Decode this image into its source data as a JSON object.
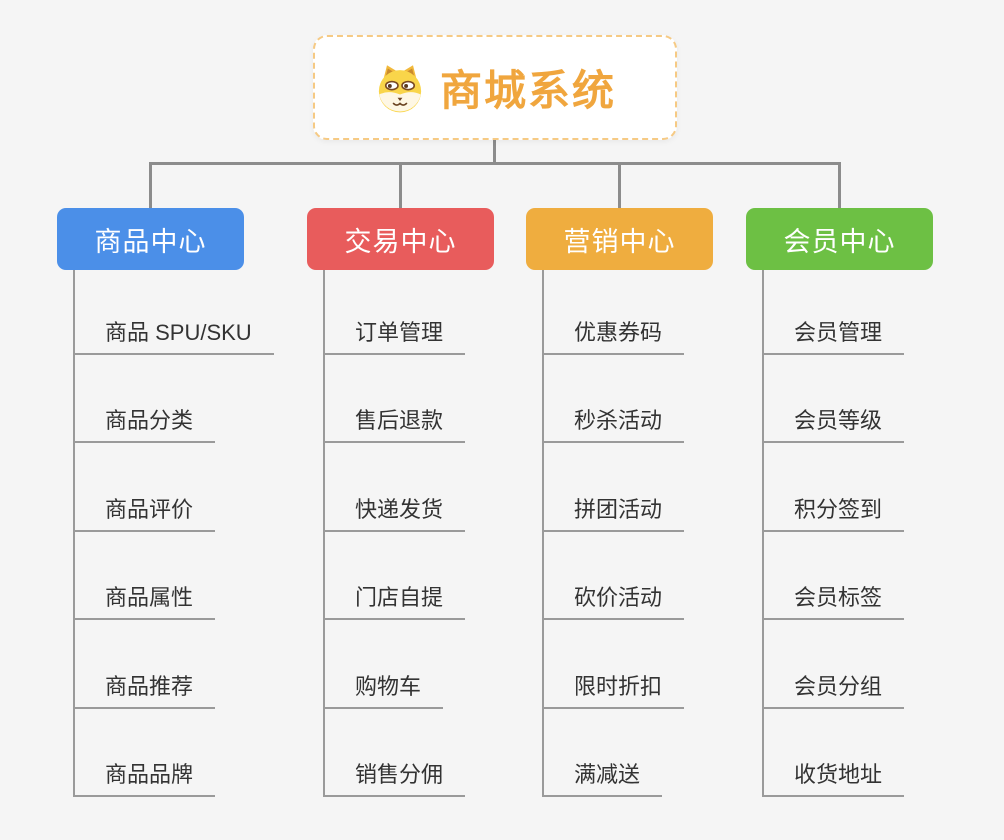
{
  "background": "#F5F5F5",
  "connector_color": "#8C8C8C",
  "leaf_line_color": "#9A9A9A",
  "leaf_text_color": "#333333",
  "root": {
    "title": "商城系统",
    "title_color": "#F0A63E",
    "border_color": "#F6CA84",
    "icon": "dog-face-icon"
  },
  "branches": [
    {
      "label": "商品中心",
      "color": "#4B8FE8",
      "items": [
        "商品 SPU/SKU",
        "商品分类",
        "商品评价",
        "商品属性",
        "商品推荐",
        "商品品牌"
      ]
    },
    {
      "label": "交易中心",
      "color": "#E85C5C",
      "items": [
        "订单管理",
        "售后退款",
        "快递发货",
        "门店自提",
        "购物车",
        "销售分佣"
      ]
    },
    {
      "label": "营销中心",
      "color": "#EFAD3F",
      "items": [
        "优惠券码",
        "秒杀活动",
        "拼团活动",
        "砍价活动",
        "限时折扣",
        "满减送"
      ]
    },
    {
      "label": "会员中心",
      "color": "#6DC044",
      "items": [
        "会员管理",
        "会员等级",
        "积分签到",
        "会员标签",
        "会员分组",
        "收货地址"
      ]
    }
  ]
}
